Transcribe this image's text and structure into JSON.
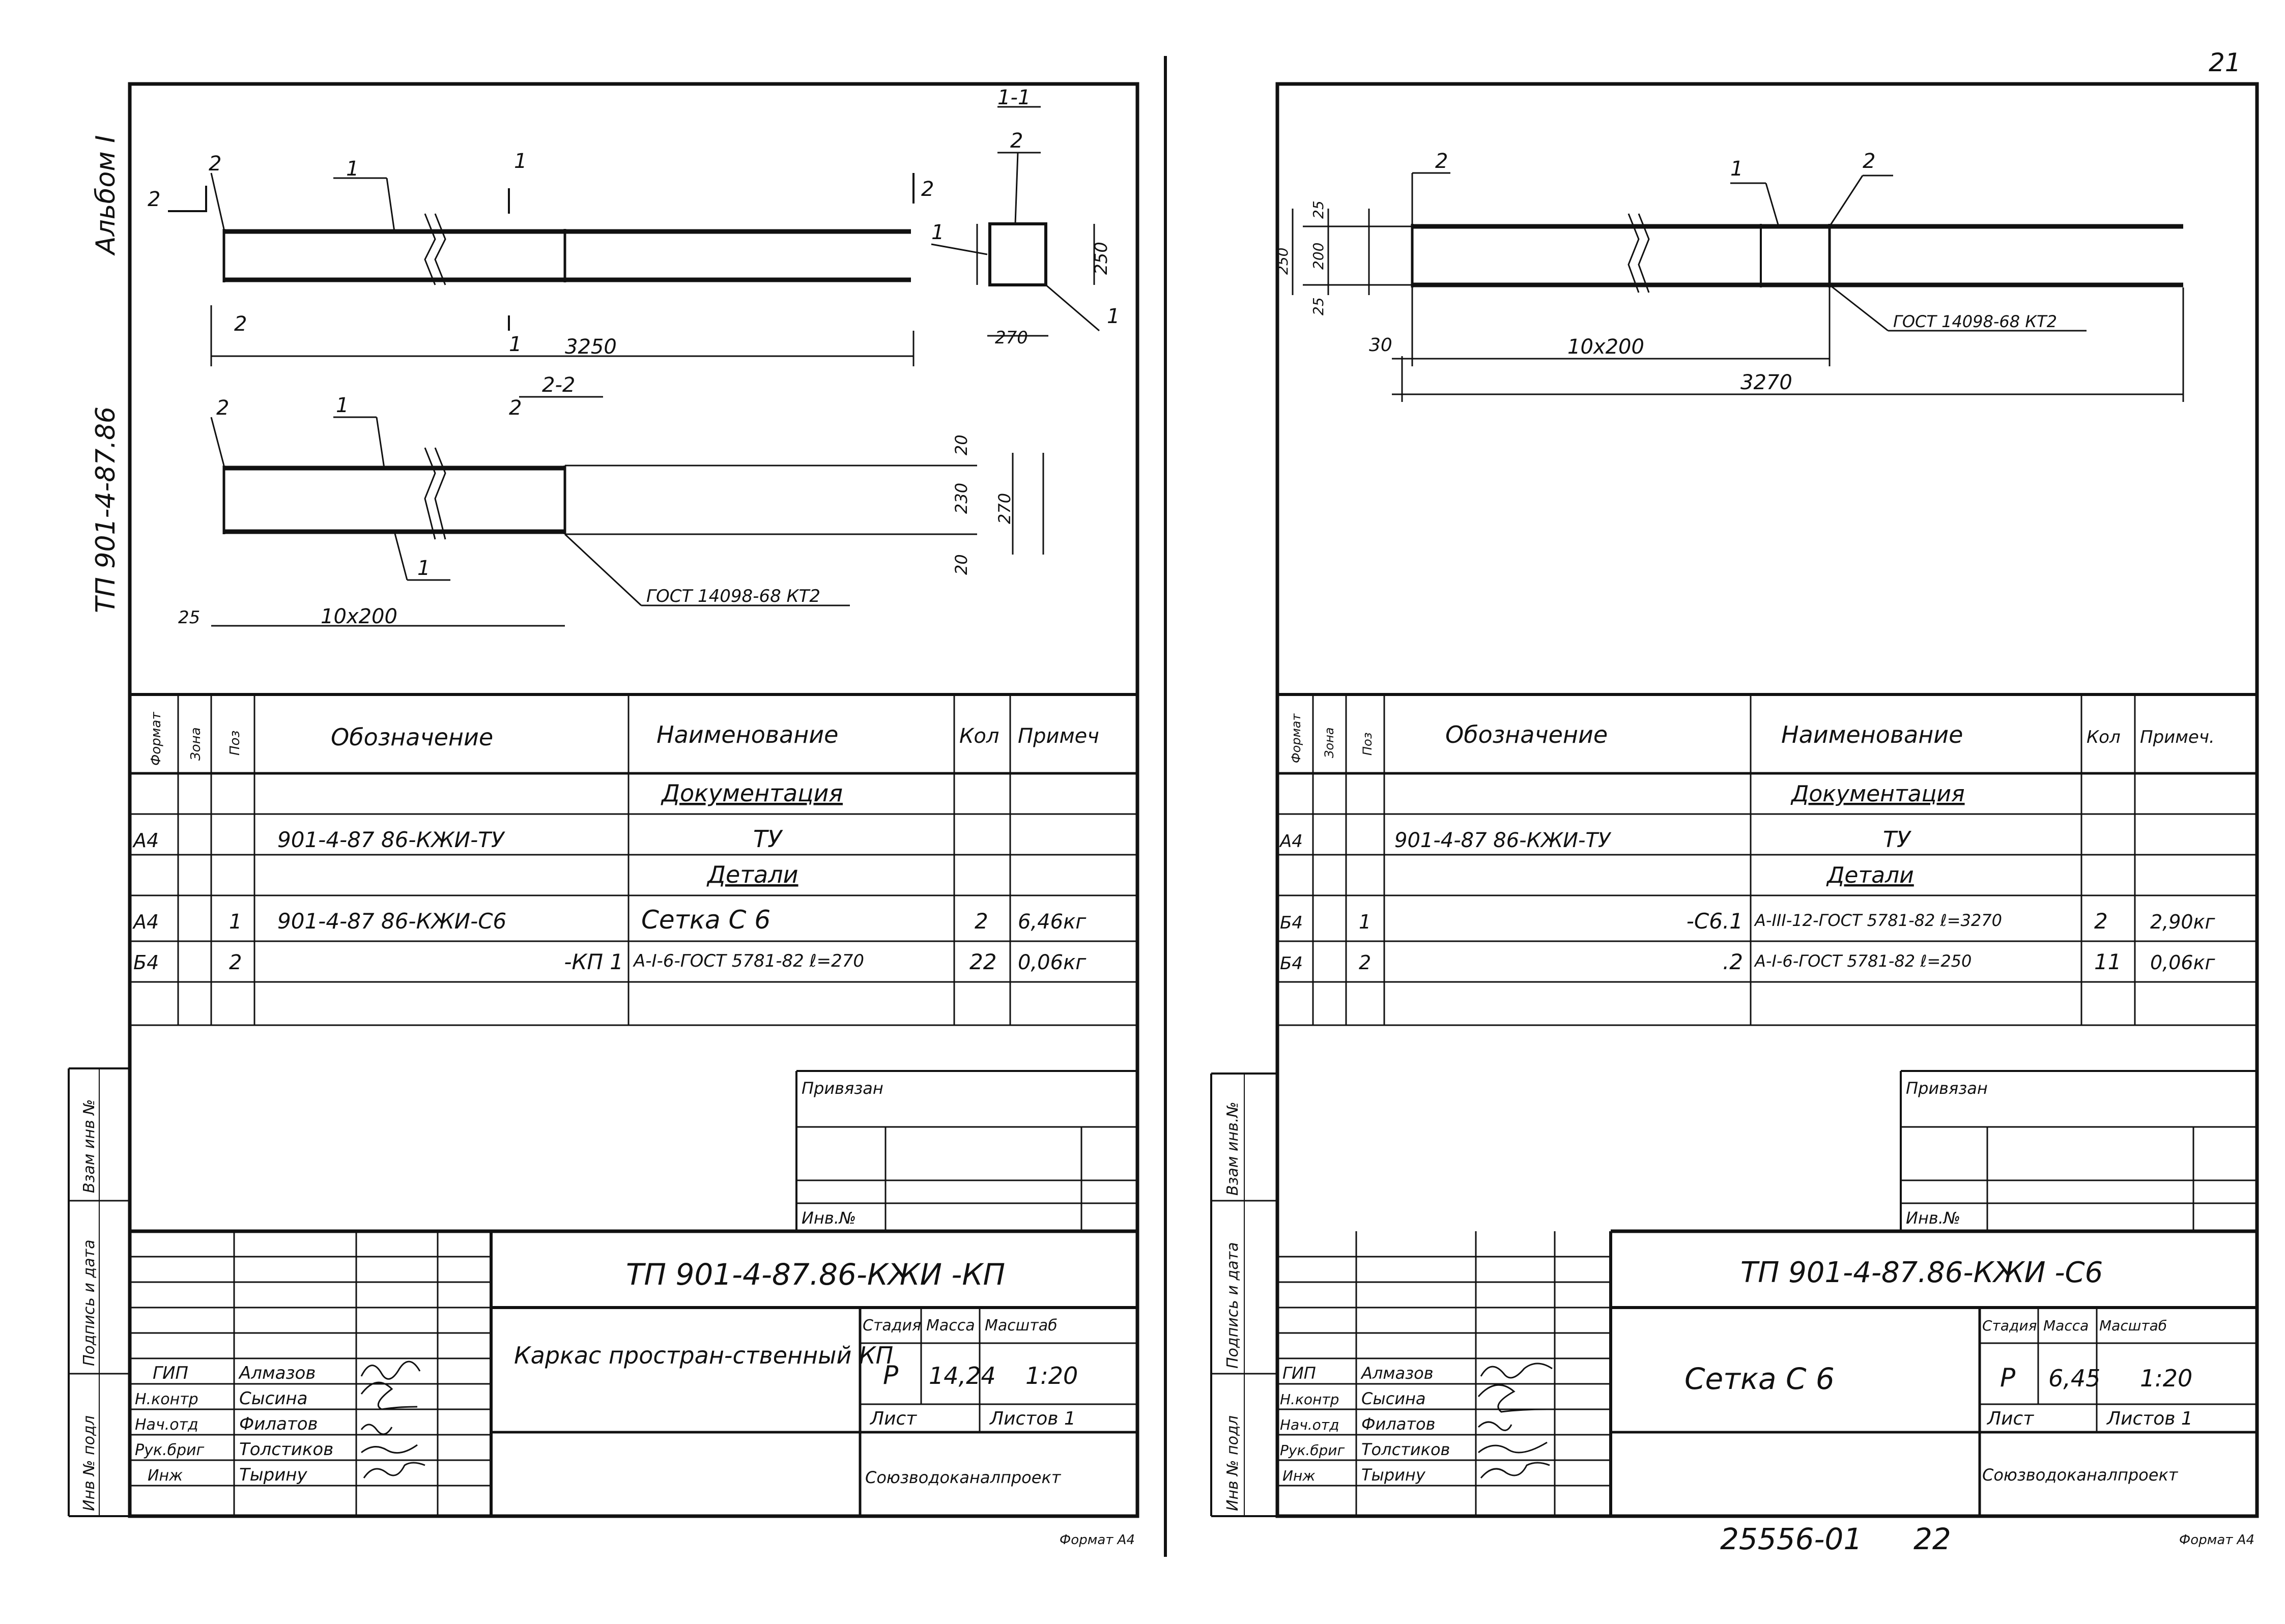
{
  "page_number": "21",
  "bottom_code": "25556-01",
  "bottom_page": "22",
  "left": {
    "side_album": "Альбом I",
    "side_tp": "ТП 901-4-87.86",
    "drawing": {
      "sec11": "1-1",
      "sec22": "2-2",
      "pos1": "1",
      "pos2": "2",
      "dim_3250": "3250",
      "dim_270": "270",
      "dim_250": "250",
      "dim_10x200": "10x200",
      "dim_25": "25",
      "dim_20": "20",
      "dim_230": "230",
      "gost": "ГОСТ 14098-68 КТ2"
    },
    "spec": {
      "headers": [
        "Формат",
        "Зона",
        "Поз",
        "Обозначение",
        "Наименование",
        "Кол",
        "Примеч"
      ],
      "rows": [
        {
          "fmt": "",
          "zone": "",
          "pos": "",
          "des": "",
          "name": "Документация",
          "qty": "",
          "note": ""
        },
        {
          "fmt": "А4",
          "zone": "",
          "pos": "",
          "des": "901-4-87 86-КЖИ-ТУ",
          "name": "ТУ",
          "qty": "",
          "note": ""
        },
        {
          "fmt": "",
          "zone": "",
          "pos": "",
          "des": "",
          "name": "Детали",
          "qty": "",
          "note": ""
        },
        {
          "fmt": "А4",
          "zone": "",
          "pos": "1",
          "des": "901-4-87 86-КЖИ-С6",
          "name": "Сетка С 6",
          "qty": "2",
          "note": "6,46кг"
        },
        {
          "fmt": "Б4",
          "zone": "",
          "pos": "2",
          "des": "-КП 1",
          "name": "А-I-6-ГОСТ 5781-82 ℓ=270",
          "qty": "22",
          "note": "0,06кг"
        },
        {
          "fmt": "",
          "zone": "",
          "pos": "",
          "des": "",
          "name": "",
          "qty": "",
          "note": ""
        }
      ]
    },
    "privyazan": "Привязан",
    "inv_no": "Инв.№",
    "side_vzam": "Взам инв №",
    "side_podpis": "Подпись и дата",
    "side_inv": "Инв № подл",
    "doc_code": "ТП 901-4-87.86-КЖИ -КП",
    "title": "Каркас простран-ственный КП",
    "stadia_label": "Стадия",
    "massa_label": "Масса",
    "masshtab_label": "Масштаб",
    "stadia": "Р",
    "massa": "14,24",
    "masshtab": "1:20",
    "list_label": "Лист",
    "listov_label": "Листов 1",
    "org": "Союзводоканалпроект",
    "format": "Формат А4",
    "staff": [
      {
        "role": "ГИП",
        "name": "Алмазов"
      },
      {
        "role": "Н.контр",
        "name": "Сысина"
      },
      {
        "role": "Нач.отд",
        "name": "Филатов"
      },
      {
        "role": "Рук.бриг",
        "name": "Толстиков"
      },
      {
        "role": "Инж",
        "name": "Тырину"
      }
    ]
  },
  "right": {
    "drawing": {
      "pos1": "1",
      "pos2": "2",
      "dim_25": "25",
      "dim_250": "250",
      "dim_200": "200",
      "dim_30": "30",
      "dim_10x200": "10x200",
      "dim_3270": "3270",
      "gost": "ГОСТ 14098-68 КТ2"
    },
    "spec": {
      "headers": [
        "Формат",
        "Зона",
        "Поз",
        "Обозначение",
        "Наименование",
        "Кол",
        "Примеч."
      ],
      "rows": [
        {
          "fmt": "",
          "zone": "",
          "pos": "",
          "des": "",
          "name": "Документация",
          "qty": "",
          "note": ""
        },
        {
          "fmt": "А4",
          "zone": "",
          "pos": "",
          "des": "901-4-87 86-КЖИ-ТУ",
          "name": "ТУ",
          "qty": "",
          "note": ""
        },
        {
          "fmt": "",
          "zone": "",
          "pos": "",
          "des": "",
          "name": "Детали",
          "qty": "",
          "note": ""
        },
        {
          "fmt": "Б4",
          "zone": "",
          "pos": "1",
          "des": "-С6.1",
          "name": "А-III-12-ГОСТ 5781-82 ℓ=3270",
          "qty": "2",
          "note": "2,90кг"
        },
        {
          "fmt": "Б4",
          "zone": "",
          "pos": "2",
          "des": ".2",
          "name": "А-I-6-ГОСТ 5781-82 ℓ=250",
          "qty": "11",
          "note": "0,06кг"
        },
        {
          "fmt": "",
          "zone": "",
          "pos": "",
          "des": "",
          "name": "",
          "qty": "",
          "note": ""
        }
      ]
    },
    "privyazan": "Привязан",
    "inv_no": "Инв.№",
    "side_vzam": "Взам инв.№",
    "side_podpis": "Подпись и дата",
    "side_inv": "Инв № подл",
    "doc_code": "ТП 901-4-87.86-КЖИ -С6",
    "title": "Сетка С 6",
    "stadia_label": "Стадия",
    "massa_label": "Масса",
    "masshtab_label": "Масштаб",
    "stadia": "Р",
    "massa": "6,45",
    "masshtab": "1:20",
    "list_label": "Лист",
    "listov_label": "Листов 1",
    "org": "Союзводоканалпроект",
    "format": "Формат А4",
    "staff": [
      {
        "role": "ГИП",
        "name": "Алмазов"
      },
      {
        "role": "Н.контр",
        "name": "Сысина"
      },
      {
        "role": "Нач.отд",
        "name": "Филатов"
      },
      {
        "role": "Рук.бриг",
        "name": "Толстиков"
      },
      {
        "role": "Инж",
        "name": "Тырину"
      }
    ]
  }
}
